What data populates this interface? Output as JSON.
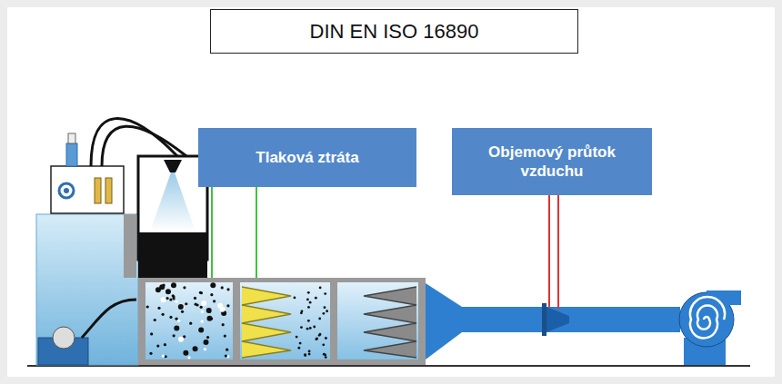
{
  "diagram": {
    "nodes": [
      {
        "text": [
          "DIN EN ISO 16890"
        ]
      },
      {
        "text": [
          "Tlaková ztráta"
        ]
      },
      {
        "text": [
          "Objemový průtok vzduchu"
        ]
      }
    ]
  }
}
